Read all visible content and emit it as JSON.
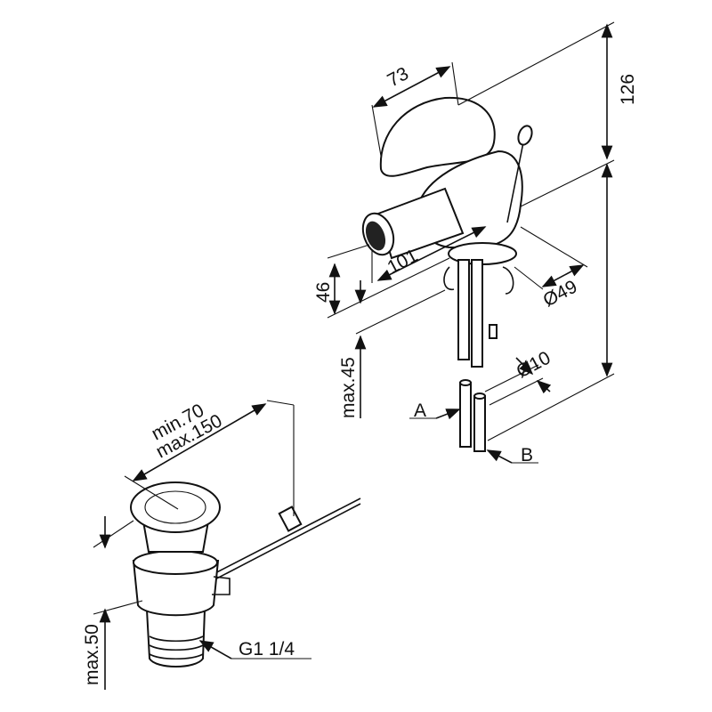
{
  "faucet": {
    "dim_handle": "73",
    "dim_height_top": "126",
    "dim_spout": "101",
    "dim_46": "46",
    "dim_base_diameter": "Ø49",
    "dim_max45": "max.45",
    "dim_hose_diameter": "Ø10",
    "hose_a": "A",
    "hose_b": "B"
  },
  "drain": {
    "dim_min": "min.70",
    "dim_max": "max.150",
    "dim_height": "max.50",
    "thread": "G1 1/4"
  }
}
